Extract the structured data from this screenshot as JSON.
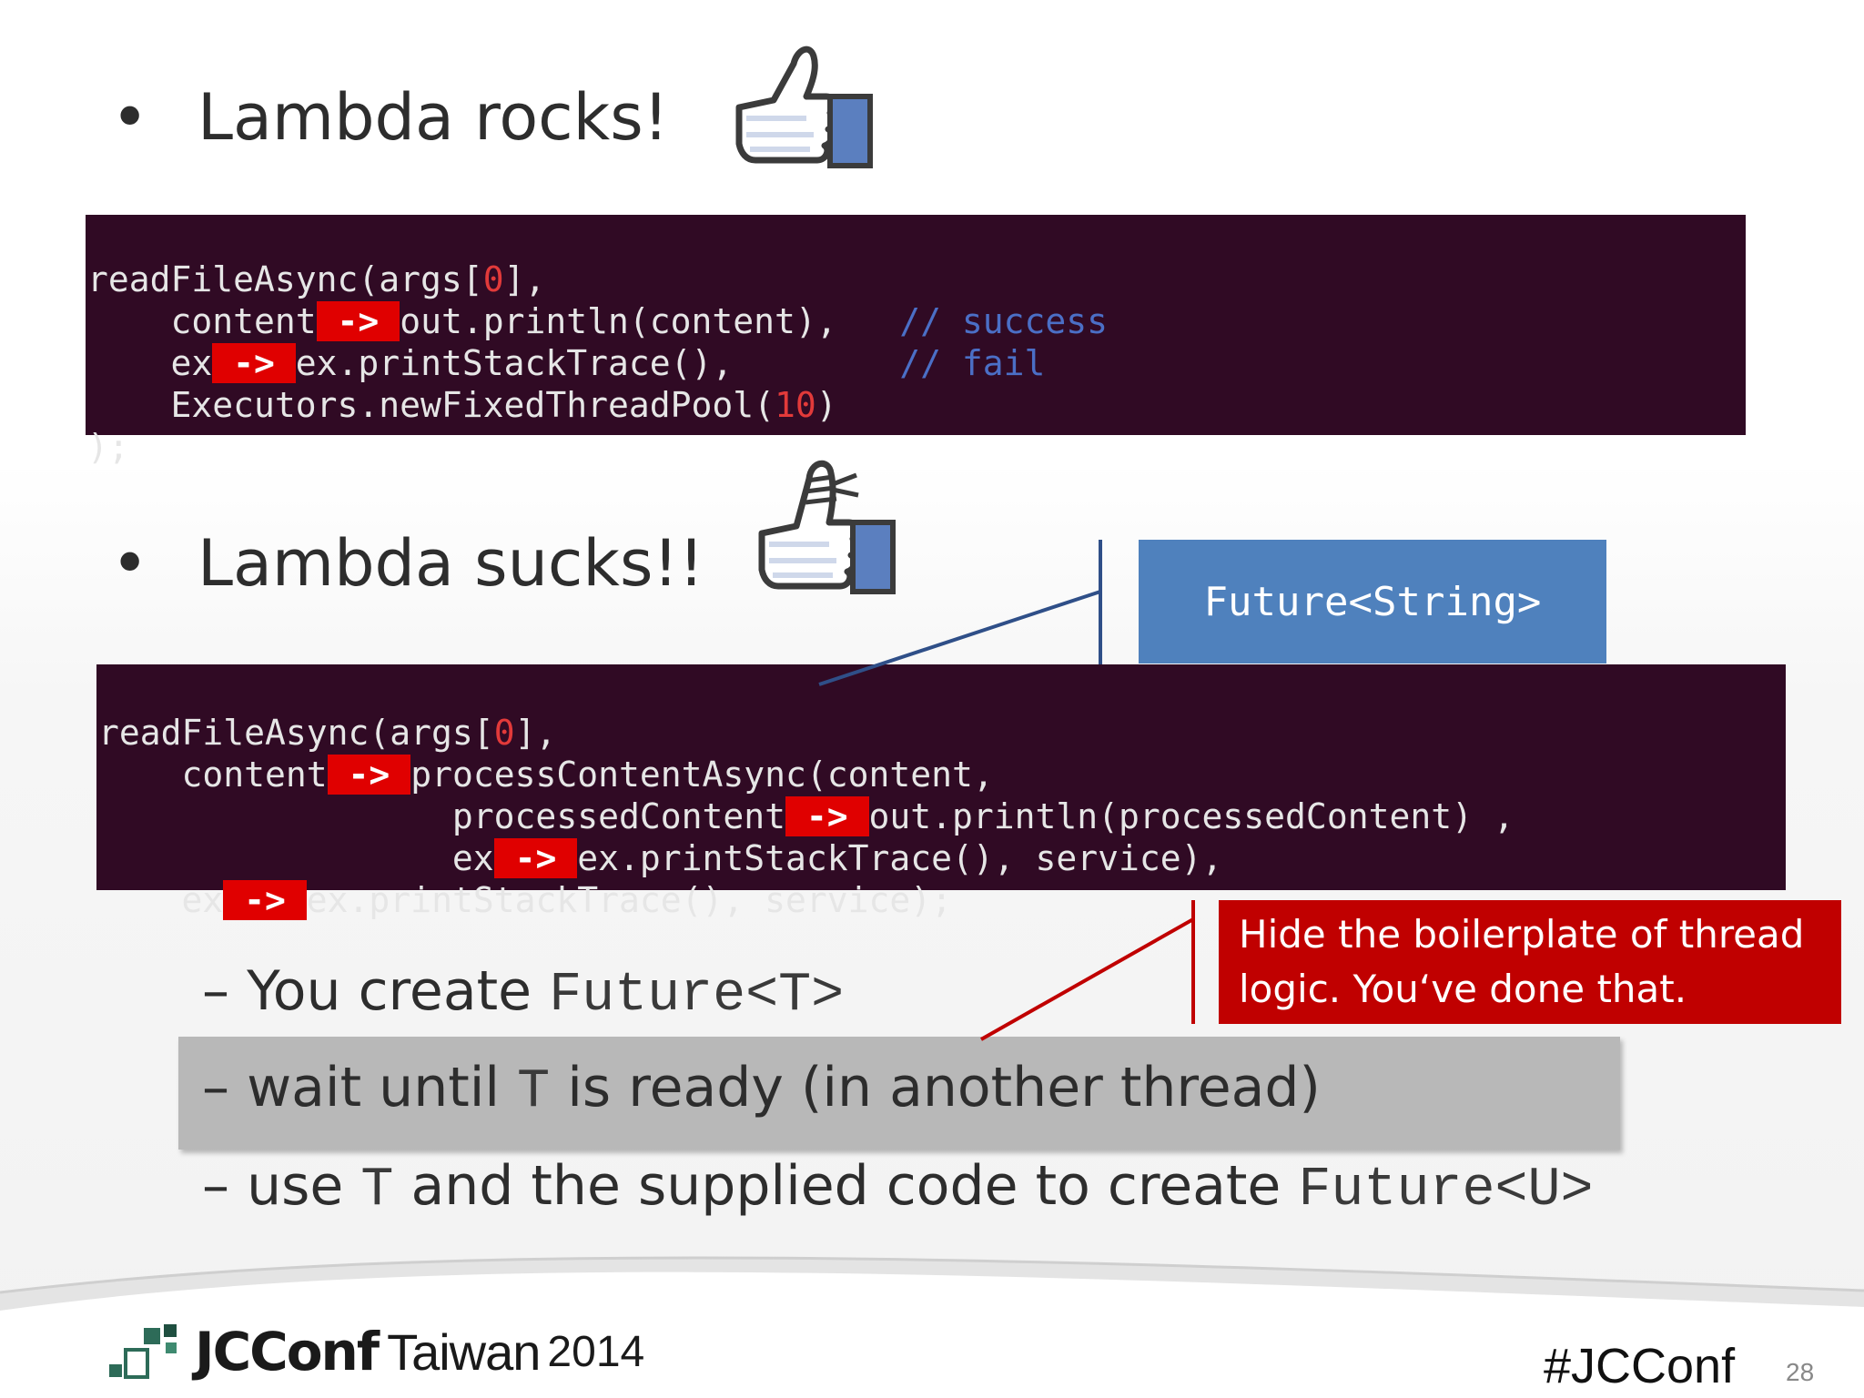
{
  "bullets": {
    "rocks": "Lambda rocks!",
    "sucks": "Lambda sucks!!",
    "bullet_char": "•"
  },
  "code1": {
    "l1a": "readFileAsync(args[",
    "l1n": "0",
    "l1b": "],",
    "l2a": "    content",
    "l2arrow": " -> ",
    "l2b": "out.println(content),   ",
    "l2c": "// success",
    "l3a": "    ex",
    "l3arrow": " -> ",
    "l3b": "ex.printStackTrace(),        ",
    "l3c": "// fail",
    "l4a": "    Executors.newFixedThreadPool(",
    "l4n": "10",
    "l4b": ")",
    "l5": ");"
  },
  "code2": {
    "l1a": "readFileAsync(args[",
    "l1n": "0",
    "l1b": "],",
    "l2a": "    content",
    "l2arrow": " -> ",
    "l2b": "processContentAsync(content,",
    "l3a": "                 processedContent",
    "l3arrow": " -> ",
    "l3b": "out.println(processedContent) ,",
    "l4a": "                 ex",
    "l4arrow": " -> ",
    "l4b": "ex.printStackTrace(), service),",
    "l5a": "    ex",
    "l5arrow": " -> ",
    "l5b": "ex.printStackTrace(), service);"
  },
  "callouts": {
    "future_string": "Future<String>",
    "boilerplate": "Hide the boilerplate of thread logic. You‘ve done that."
  },
  "subpoints": {
    "s1_dash": "– You create ",
    "s1_code": "Future<T>",
    "s2_dash": "– wait until ",
    "s2_code": "T",
    "s2_rest": " is ready (in another thread)",
    "s3_dash": "– use ",
    "s3_code": "T",
    "s3_mid": " and the supplied code to create ",
    "s3_code2": "Future<U>"
  },
  "footer": {
    "logo_jc": "JCConf",
    "logo_taiwan": "Taiwan",
    "logo_year": "2014",
    "hashtag": "#JCConf",
    "page_number": "28"
  },
  "colors": {
    "code_bg": "#300a24",
    "arrow_bg": "#e00000",
    "blue_callout": "#4f81bd",
    "red_callout": "#c00000",
    "thumb_blue": "#5b7fbf"
  },
  "icons": [
    "thumbs-up-icon",
    "bandaged-thumbs-up-icon",
    "jcconf-logo-icon"
  ]
}
